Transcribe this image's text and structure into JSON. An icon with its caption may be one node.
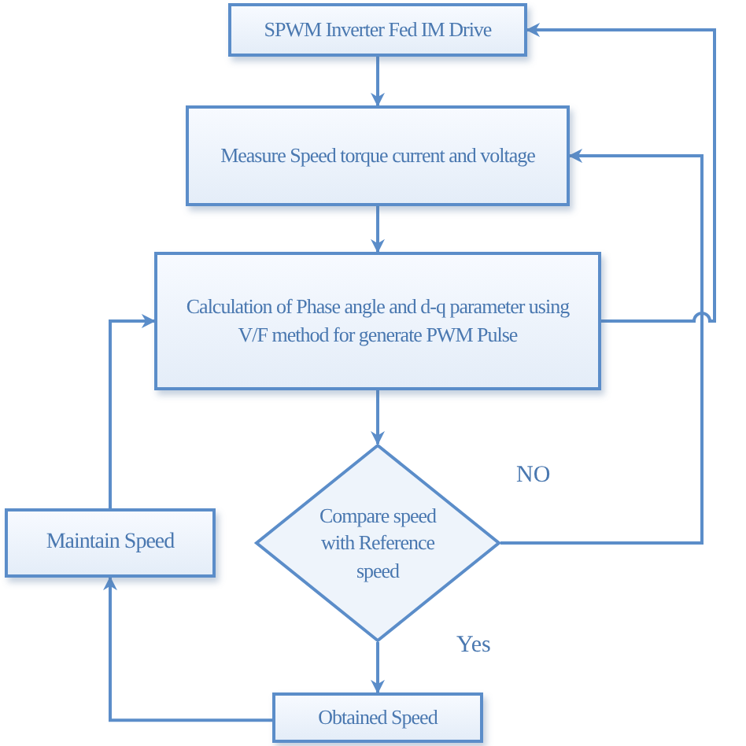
{
  "diagram": {
    "nodes": [
      {
        "text": [
          "SPWM Inverter Fed IM Drive"
        ]
      },
      {
        "text": [
          "Measure Speed torque current and voltage"
        ]
      },
      {
        "text": [
          "Calculation of Phase angle and d-q parameter using V/F method for generate PWM Pulse"
        ]
      },
      {
        "text": [
          "Compare speed with Reference speed"
        ]
      },
      {
        "text": [
          "Maintain Speed"
        ]
      },
      {
        "text": [
          "Obtained Speed"
        ]
      }
    ],
    "edges": [
      {
        "from": 0,
        "to": 1,
        "arrow": "to"
      },
      {
        "from": 1,
        "to": 2,
        "arrow": "to"
      },
      {
        "from": 2,
        "to": 3,
        "arrow": "to"
      },
      {
        "from": 3,
        "to": 5,
        "arrow": "to",
        "label": "Yes"
      },
      {
        "from": 5,
        "to": 4,
        "arrow": "to"
      },
      {
        "from": 4,
        "to": 2,
        "arrow": "to"
      },
      {
        "from": 3,
        "to": 1,
        "arrow": "to",
        "label": "NO"
      },
      {
        "from": 2,
        "to": 0,
        "arrow": "to"
      }
    ]
  }
}
